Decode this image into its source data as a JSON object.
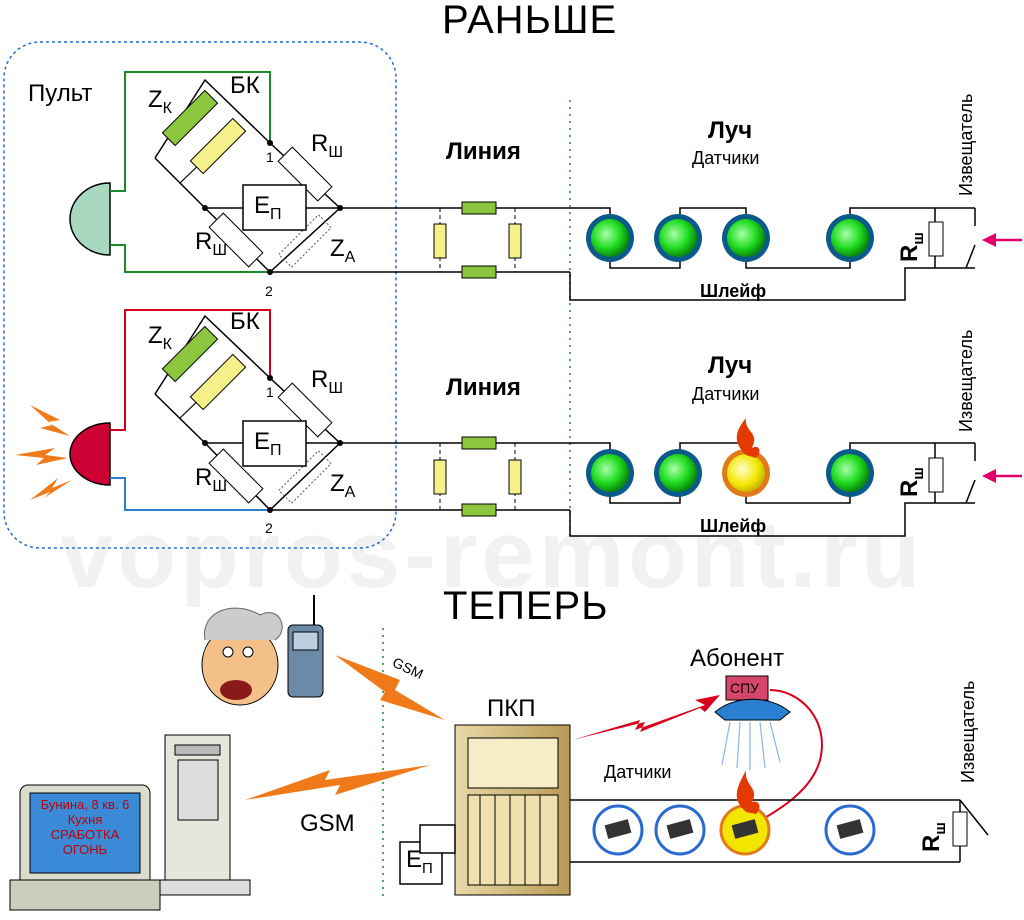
{
  "titles": {
    "before": "РАНЬШЕ",
    "now": "ТЕПЕРЬ"
  },
  "watermark": "vopros-remont.ru",
  "top_panel": {
    "console_label": "Пульт",
    "bridge_labels": {
      "zk_main": "Z",
      "zk_sub": "К",
      "bk": "БК",
      "rsh_main": "R",
      "rsh_sub": "Ш",
      "ep_main": "E",
      "ep_sub": "П",
      "za_main": "Z",
      "za_sub": "А",
      "node1": "1",
      "node2": "2"
    },
    "line_label": "Линия",
    "ray_label": "Луч",
    "sensors_label": "Датчики",
    "loop_label": "Шлейф",
    "detector_label": "Извещатель",
    "rsh_end_main": "R",
    "rsh_end_sub": "ш"
  },
  "bottom_panel": {
    "gsm_upper": "GSM",
    "gsm_lower": "GSM",
    "panel_label": "ПКП",
    "subscriber_label": "Абонент",
    "spu_label": "СПУ",
    "sensors_label": "Датчики",
    "detector_label": "Извещатель",
    "ep_main": "E",
    "ep_sub": "П",
    "rsh_main": "R",
    "rsh_sub": "ш",
    "screen_lines": [
      "Бунина, 8 кв. 6",
      "Кухня",
      "СРАБОТКА",
      "ОГОНЬ"
    ]
  },
  "colors": {
    "green_wire": "#1a8a2a",
    "red_wire": "#d6001c",
    "blue_wire": "#2a7fd0",
    "sensor_green": "#22dd22",
    "sensor_fire": "#f2e600",
    "flame": "#e43a00",
    "alarm_red": "#cc0033",
    "siren_idle": "#a8d8c0",
    "arrow_pink": "#e0006a",
    "dashed_border": "#2a6ad0"
  }
}
